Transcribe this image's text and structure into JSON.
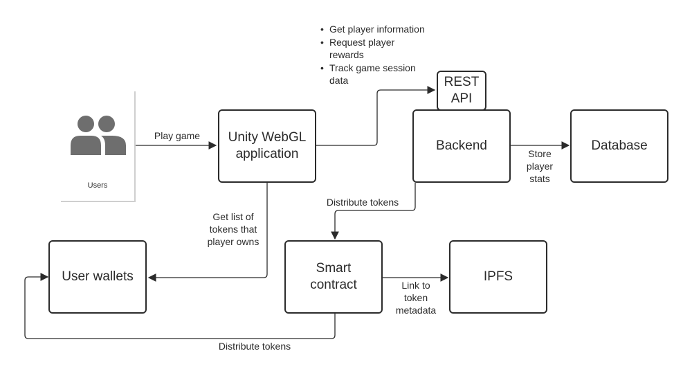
{
  "nodes": {
    "users": "Users",
    "unity_app": [
      "Unity WebGL",
      "application"
    ],
    "rest_api": [
      "REST",
      "API"
    ],
    "backend": "Backend",
    "database": "Database",
    "user_wallets": "User wallets",
    "smart_contract": [
      "Smart",
      "contract"
    ],
    "ipfs": "IPFS"
  },
  "api_actions": [
    [
      "Get player information"
    ],
    [
      "Request player",
      "rewards"
    ],
    [
      "Track game session",
      "data"
    ]
  ],
  "edges": {
    "play_game": "Play game",
    "store_stats": [
      "Store",
      "player",
      "stats"
    ],
    "distribute_tokens_backend": "Distribute tokens",
    "get_tokens": [
      "Get list of",
      "tokens that",
      "player owns"
    ],
    "link_metadata": [
      "Link to",
      "token",
      "metadata"
    ],
    "distribute_tokens_wallets": "Distribute tokens"
  },
  "colors": {
    "stroke": "#2b2b2b",
    "icon": "#6e6e6e"
  },
  "icons": {
    "users": "users-icon"
  }
}
